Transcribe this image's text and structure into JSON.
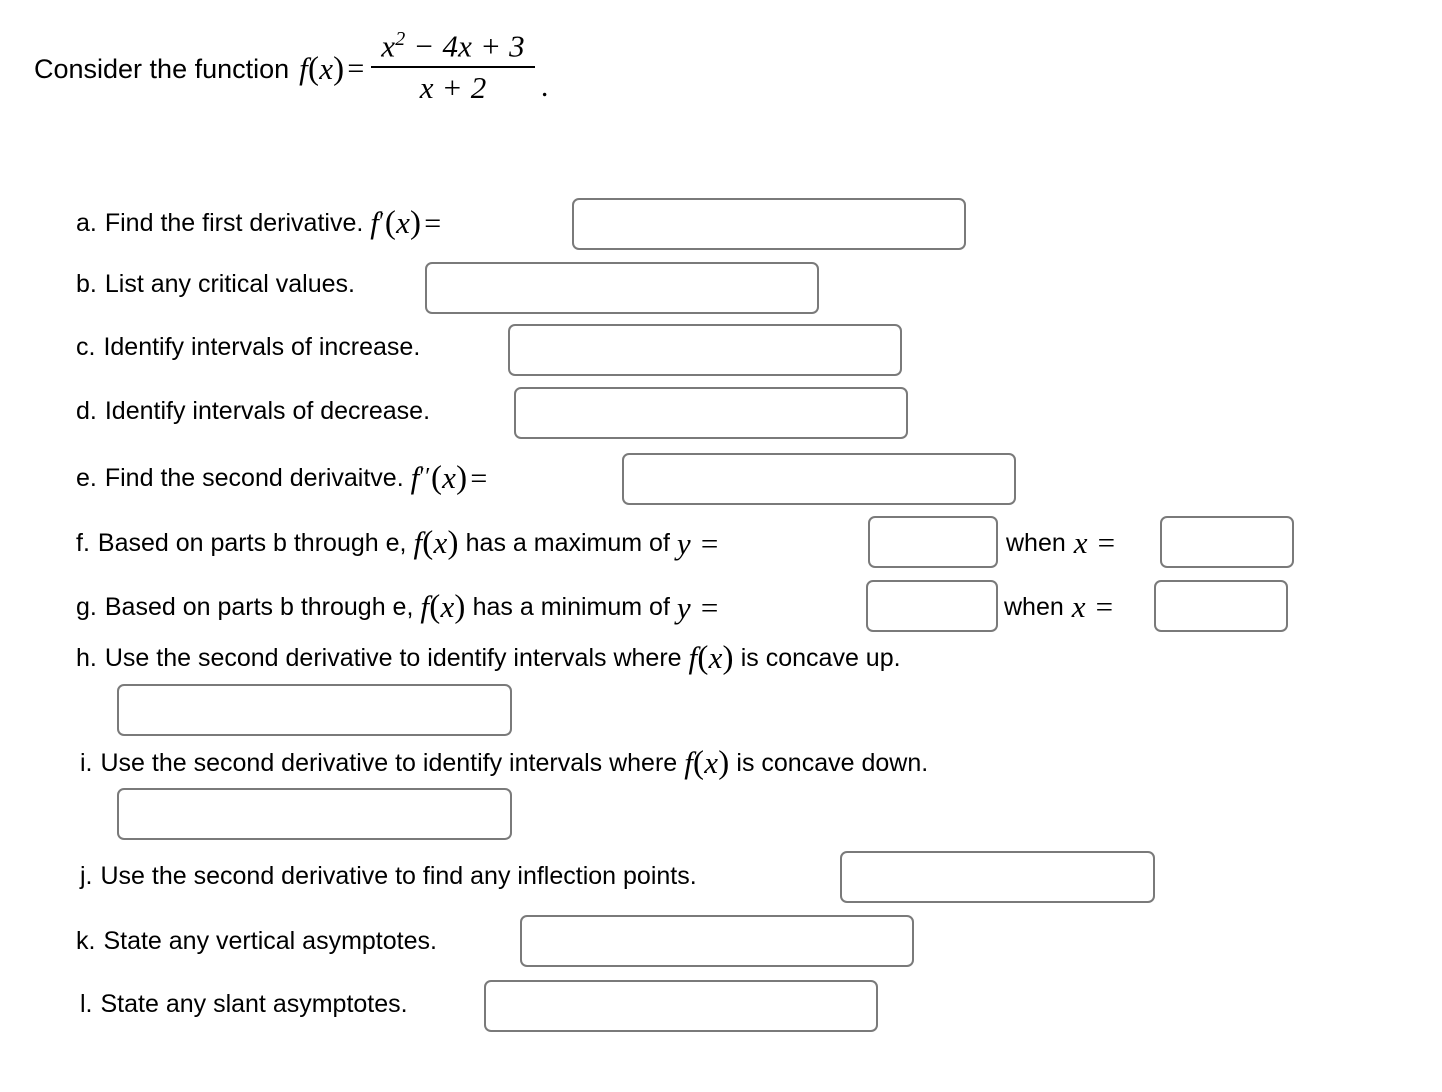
{
  "page": {
    "background_color": "#ffffff",
    "text_color": "#000000",
    "box_border_color": "#7a7a7a"
  },
  "statement": {
    "lead_text": "Consider the function",
    "function_name": "f",
    "variable": "x",
    "equals": "=",
    "numerator": "x² − 4x + 3",
    "numerator_base": "x",
    "numerator_exponent": "2",
    "numerator_rest": "− 4x + 3",
    "denominator": "x + 2",
    "trailing_punctuation": "."
  },
  "problems": [
    {
      "marker": "a.",
      "text": "Find the first derivative.",
      "math_prefix": "f′(x) =",
      "input_value": "",
      "input_placeholder": ""
    },
    {
      "marker": "b.",
      "text": "List any critical values.",
      "math_prefix": "",
      "input_value": "",
      "input_placeholder": ""
    },
    {
      "marker": "c.",
      "text": "Identify intervals of increase.",
      "math_prefix": "",
      "input_value": "",
      "input_placeholder": ""
    },
    {
      "marker": "d.",
      "text": "Identify intervals of decrease.",
      "math_prefix": "",
      "input_value": "",
      "input_placeholder": ""
    },
    {
      "marker": "e.",
      "text": "Find the second derivaitve.",
      "math_prefix": "f′′(x) =",
      "input_value": "",
      "input_placeholder": ""
    },
    {
      "marker": "f.",
      "text_before": "Based on parts b through e,",
      "text_middle": "has a maximum of",
      "text_when": "when",
      "y_symbol": "y =",
      "x_symbol": "x =",
      "input_value_y": "",
      "input_value_x": ""
    },
    {
      "marker": "g.",
      "text_before": "Based on parts b through e,",
      "text_middle": "has a minimum of",
      "text_when": "when",
      "y_symbol": "y =",
      "x_symbol": "x =",
      "input_value_y": "",
      "input_value_x": ""
    },
    {
      "marker": "h.",
      "text_before": "Use the second derivative to identify intervals where",
      "text_after": "is concave up.",
      "input_value": "",
      "input_placeholder": ""
    },
    {
      "marker": "i.",
      "text_before": "Use the second derivative to identify intervals where",
      "text_after": "is concave down.",
      "input_value": "",
      "input_placeholder": ""
    },
    {
      "marker": "j.",
      "text": "Use the second derivative to find any inflection points.",
      "math_prefix": "",
      "input_value": "",
      "input_placeholder": ""
    },
    {
      "marker": "k.",
      "text": "State any vertical asymptotes.",
      "math_prefix": "",
      "input_value": "",
      "input_placeholder": ""
    },
    {
      "marker": "l.",
      "text": "State any slant asymptotes.",
      "math_prefix": "",
      "input_value": "",
      "input_placeholder": ""
    }
  ],
  "fx_notation": {
    "f": "f",
    "open": "(",
    "x": "x",
    "close": ")"
  }
}
